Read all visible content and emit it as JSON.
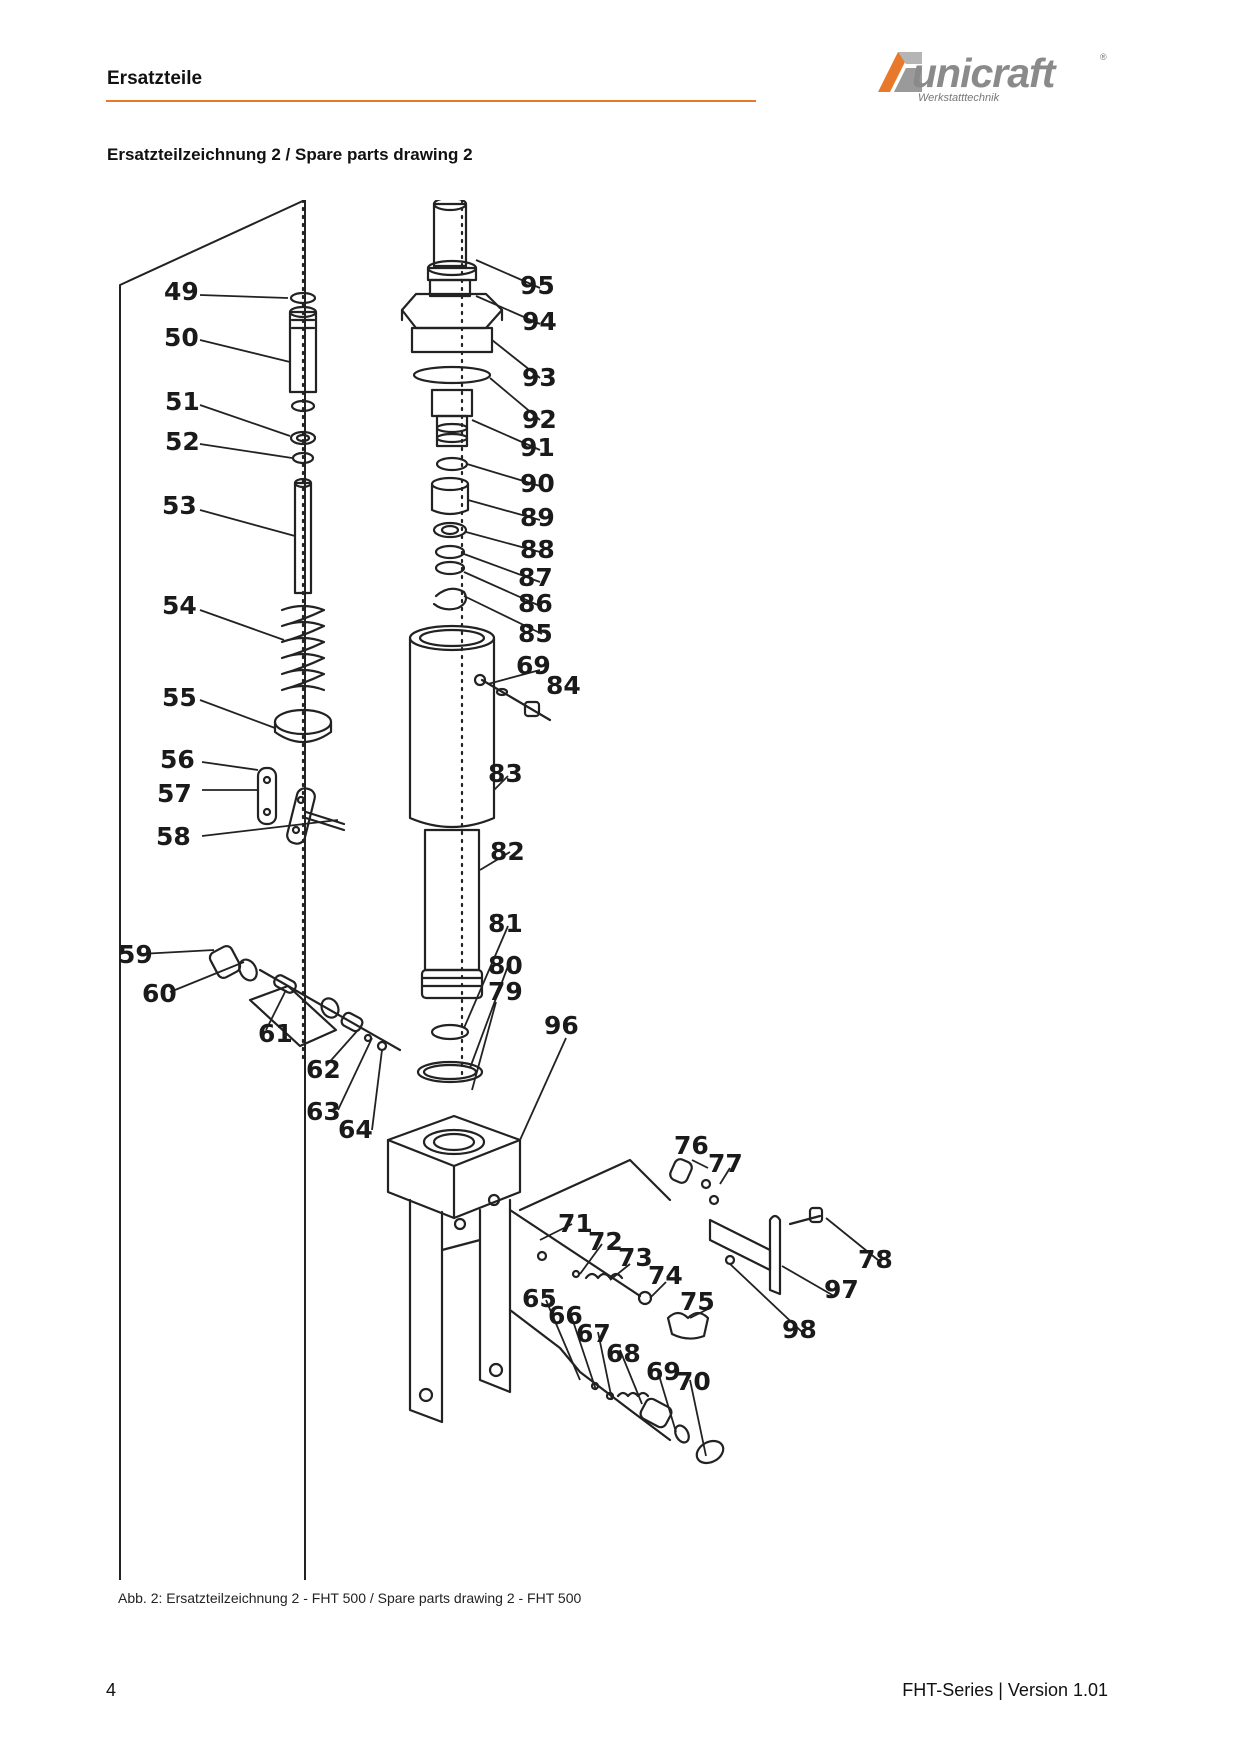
{
  "header": {
    "title": "Ersatzteile",
    "logo_text": "unicraft",
    "logo_registered": "®",
    "logo_subtitle": "Werkstatttechnik",
    "accent_color": "#e8782a"
  },
  "section": {
    "title": "Ersatzteilzeichnung 2 / Spare parts drawing 2"
  },
  "drawing": {
    "part_numbers": [
      "49",
      "50",
      "51",
      "52",
      "53",
      "54",
      "55",
      "56",
      "57",
      "58",
      "59",
      "60",
      "61",
      "62",
      "63",
      "64",
      "65",
      "66",
      "67",
      "68",
      "69",
      "70",
      "71",
      "72",
      "73",
      "74",
      "75",
      "76",
      "77",
      "78",
      "79",
      "80",
      "81",
      "82",
      "83",
      "84",
      "85",
      "86",
      "87",
      "88",
      "89",
      "90",
      "91",
      "92",
      "93",
      "94",
      "95",
      "96",
      "97",
      "98",
      "69"
    ]
  },
  "caption": "Abb. 2: Ersatzteilzeichnung 2 - FHT 500 / Spare parts drawing 2 - FHT 500",
  "footer": {
    "page": "4",
    "version": "FHT-Series | Version 1.01"
  }
}
